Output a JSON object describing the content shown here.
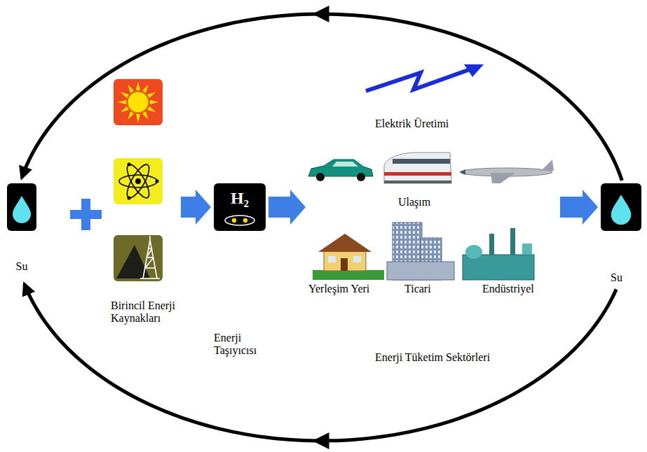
{
  "diagram": {
    "nodes": [
      {
        "text": [
          "Su"
        ]
      },
      {
        "text": [
          "Birincil Enerji Kaynakları"
        ]
      },
      {
        "text": [
          "H₂",
          "Enerji Taşıyıcısı"
        ]
      },
      {
        "text": [
          "Enerji Tüketim Sektörleri"
        ]
      },
      {
        "text": [
          "Su"
        ]
      }
    ],
    "edges": [
      {
        "from": 1,
        "to": 2,
        "arrow": "to"
      },
      {
        "from": 2,
        "to": 3,
        "arrow": "to"
      },
      {
        "from": 3,
        "to": 4,
        "arrow": "to"
      },
      {
        "from": 4,
        "to": 0,
        "arrow": "to"
      },
      {
        "from": 4,
        "to": 0,
        "arrow": "to"
      }
    ],
    "labels": [
      "Elektrik Üretimi",
      "Ulaşım",
      "Yerleşim Yeri",
      "Ticari",
      "Endüstriyel"
    ]
  }
}
